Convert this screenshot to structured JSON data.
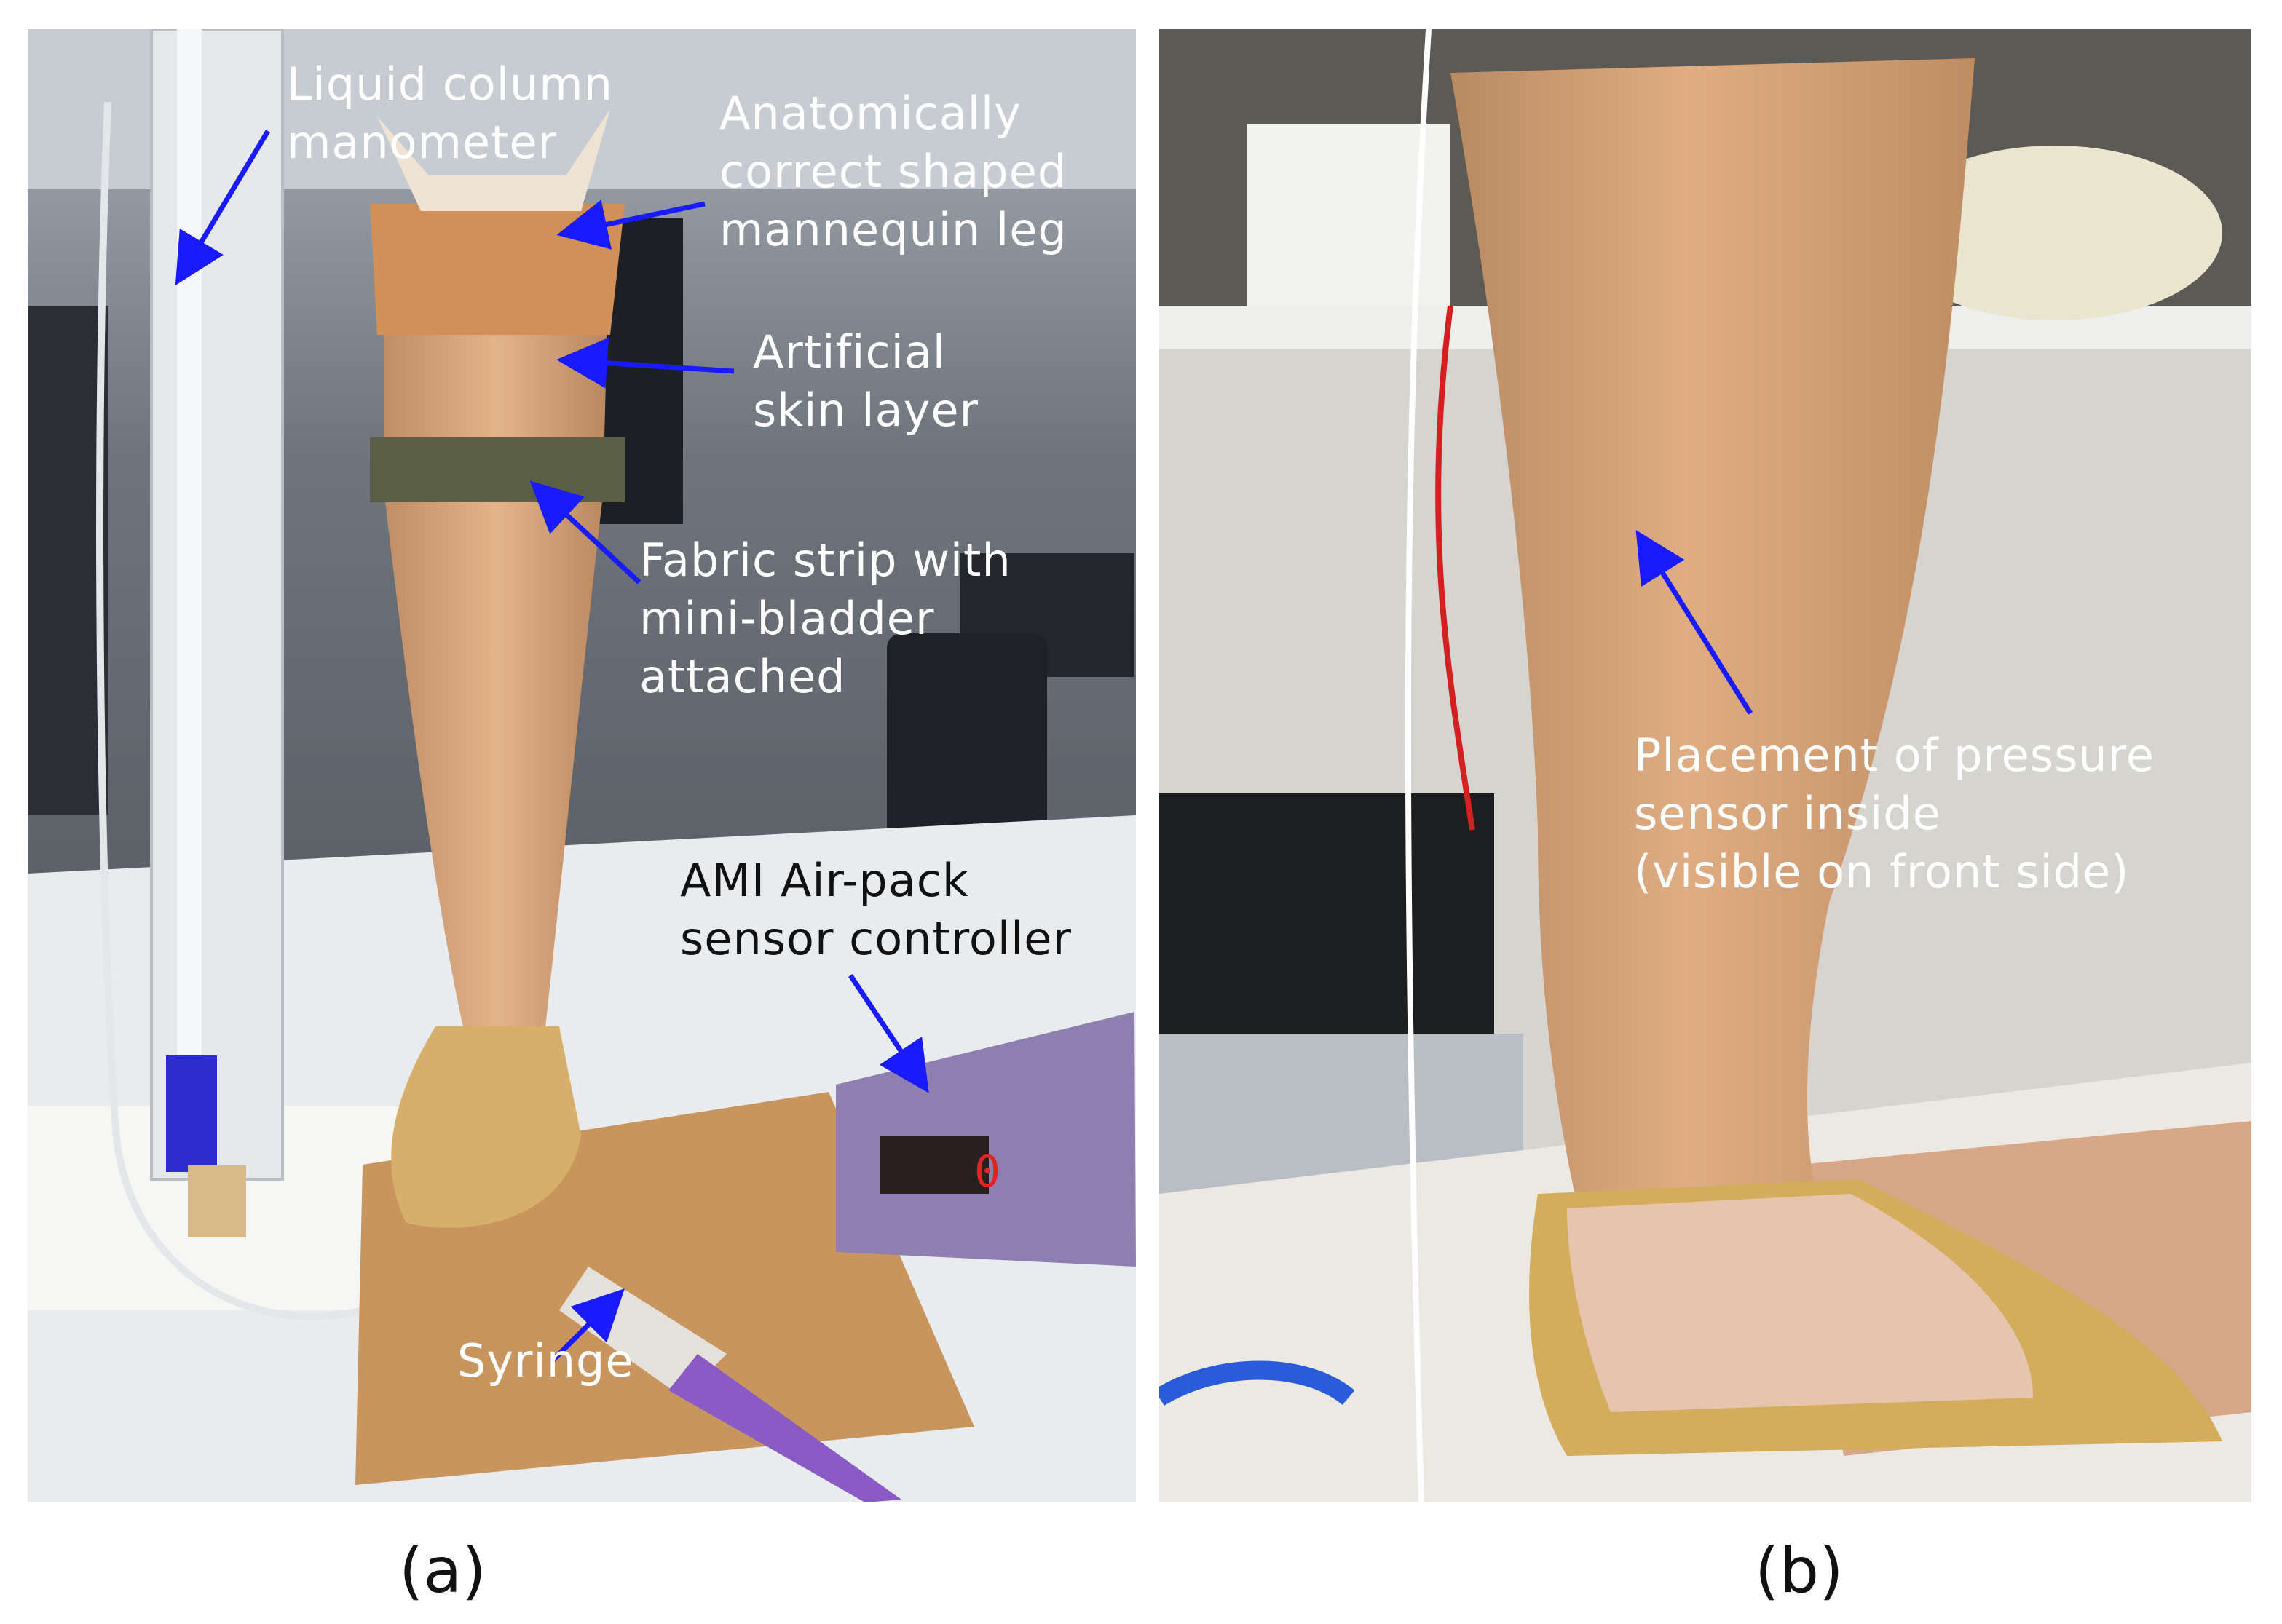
{
  "panel_a": {
    "letter": "(a)",
    "labels": {
      "manometer": "Liquid column\nmanometer",
      "mannequin": "Anatomically\ncorrect shaped\nmannequin leg",
      "skin": "Artificial\nskin layer",
      "fabric": "Fabric strip with\nmini-bladder\nattached",
      "controller": "AMI Air-pack\nsensor controller",
      "syringe": "Syringe"
    },
    "device_reading": "0"
  },
  "panel_b": {
    "letter": "(b)",
    "labels": {
      "placement": "Placement of pressure\nsensor inside\n(visible on front side)"
    }
  },
  "colors": {
    "arrow": "#1a1aff",
    "label_text": "#ffffff",
    "skin": "#d9a57a",
    "floor_table": "#eef0f2",
    "board": "#c9955e"
  }
}
